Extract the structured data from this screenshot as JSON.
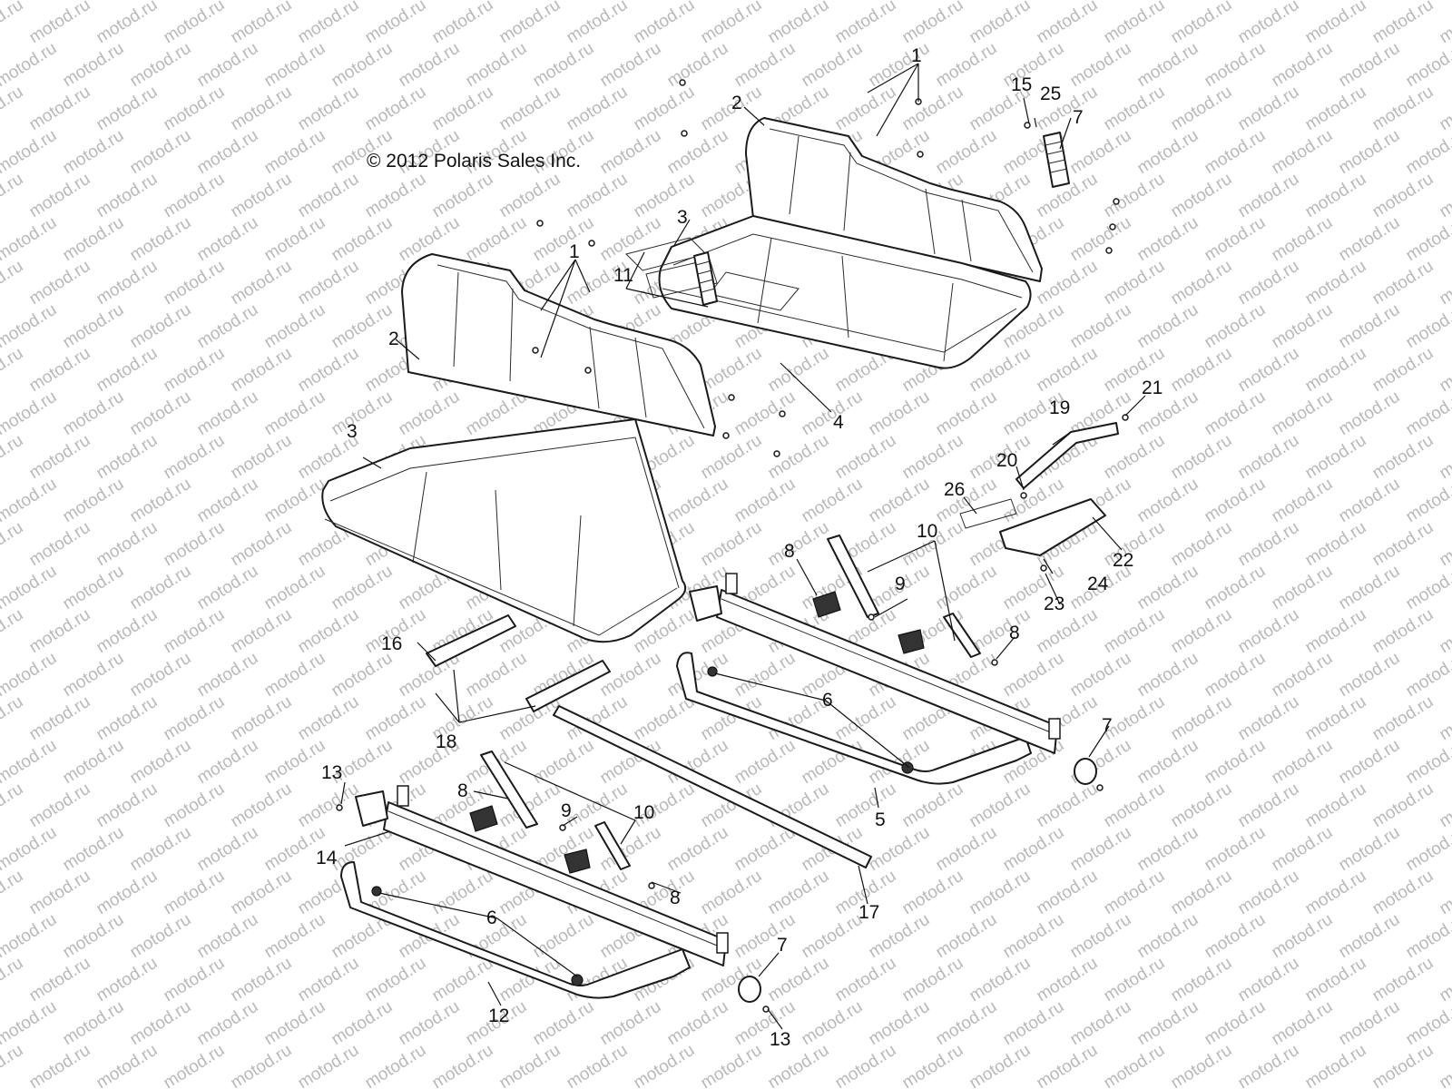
{
  "watermark": {
    "text": "motod.ru"
  },
  "copyright": "© 2012 Polaris Sales Inc.",
  "callouts": [
    {
      "id": "c1a",
      "text": "1"
    },
    {
      "id": "c1b",
      "text": "1"
    },
    {
      "id": "c2a",
      "text": "2"
    },
    {
      "id": "c2b",
      "text": "2"
    },
    {
      "id": "c3a",
      "text": "3"
    },
    {
      "id": "c3b",
      "text": "3"
    },
    {
      "id": "c4",
      "text": "4"
    },
    {
      "id": "c5",
      "text": "5"
    },
    {
      "id": "c6a",
      "text": "6"
    },
    {
      "id": "c6b",
      "text": "6"
    },
    {
      "id": "c7a",
      "text": "7"
    },
    {
      "id": "c7b",
      "text": "7"
    },
    {
      "id": "c7c",
      "text": "7"
    },
    {
      "id": "c8a",
      "text": "8"
    },
    {
      "id": "c8b",
      "text": "8"
    },
    {
      "id": "c8c",
      "text": "8"
    },
    {
      "id": "c8d",
      "text": "8"
    },
    {
      "id": "c9a",
      "text": "9"
    },
    {
      "id": "c9b",
      "text": "9"
    },
    {
      "id": "c10a",
      "text": "10"
    },
    {
      "id": "c10b",
      "text": "10"
    },
    {
      "id": "c11",
      "text": "11"
    },
    {
      "id": "c12",
      "text": "12"
    },
    {
      "id": "c13a",
      "text": "13"
    },
    {
      "id": "c13b",
      "text": "13"
    },
    {
      "id": "c14",
      "text": "14"
    },
    {
      "id": "c15",
      "text": "15"
    },
    {
      "id": "c16",
      "text": "16"
    },
    {
      "id": "c17",
      "text": "17"
    },
    {
      "id": "c18",
      "text": "18"
    },
    {
      "id": "c19",
      "text": "19"
    },
    {
      "id": "c20",
      "text": "20"
    },
    {
      "id": "c21",
      "text": "21"
    },
    {
      "id": "c22",
      "text": "22"
    },
    {
      "id": "c23",
      "text": "23"
    },
    {
      "id": "c24",
      "text": "24"
    },
    {
      "id": "c25",
      "text": "25"
    },
    {
      "id": "c26",
      "text": "26"
    }
  ]
}
